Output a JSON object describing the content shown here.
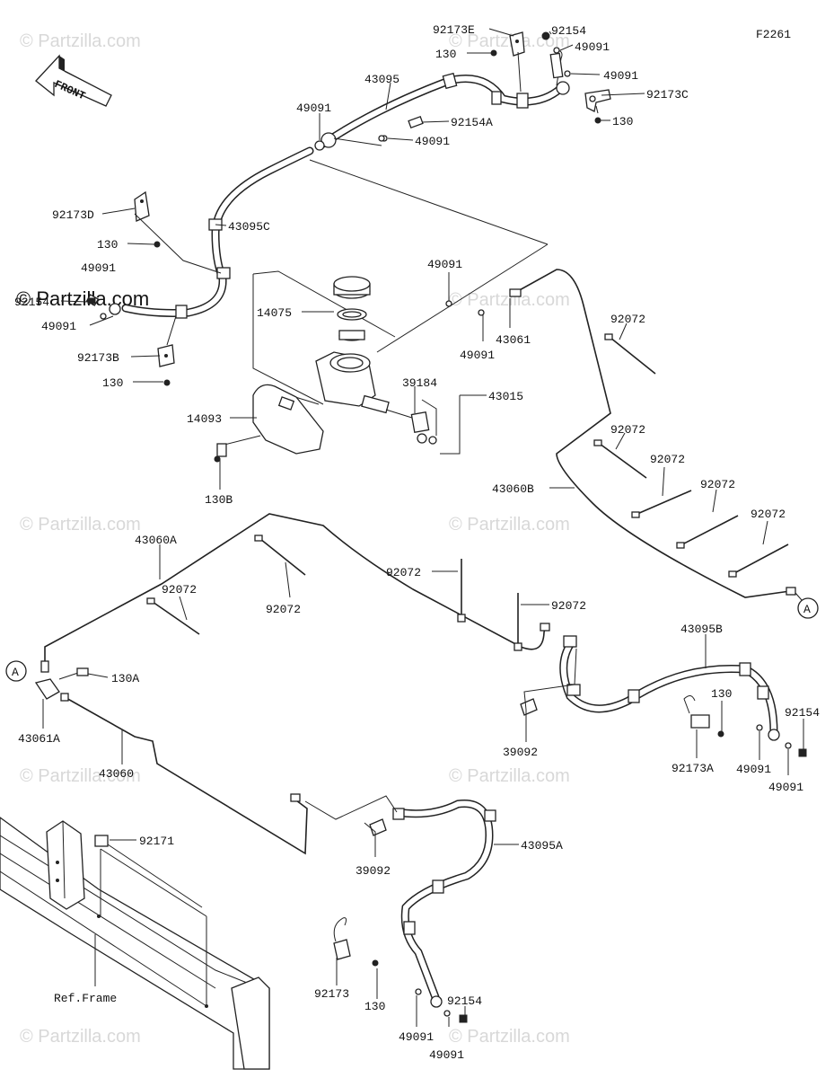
{
  "figure_code": "F2261",
  "front_label": "FRONT",
  "watermark_text": "© Partzilla.com",
  "ref_frame_label": "Ref.Frame",
  "connector_label": "A",
  "labels": {
    "p92173E": "92173E",
    "p92154_top": "92154",
    "p49091_t1": "49091",
    "p130_t1": "130",
    "p43095": "43095",
    "p49091_t2": "49091",
    "p92173C": "92173C",
    "p49091_t3": "49091",
    "p92154A": "92154A",
    "p130_t2": "130",
    "p49091_t4": "49091",
    "p92173D": "92173D",
    "p43095C": "43095C",
    "p130_l1": "130",
    "p49091_l1": "49091",
    "p92154_l": "92154",
    "p49091_l2": "49091",
    "p92173B": "92173B",
    "p130_l2": "130",
    "p49091_m1": "49091",
    "p14075": "14075",
    "p43061": "43061",
    "p49091_m2": "49091",
    "p92072_r1": "92072",
    "p39184": "39184",
    "p43015": "43015",
    "p14093": "14093",
    "p130B": "130B",
    "p92072_r2": "92072",
    "p92072_r3": "92072",
    "p92072_r4": "92072",
    "p43060B": "43060B",
    "p92072_r5": "92072",
    "p43060A": "43060A",
    "p92072_c1": "92072",
    "p92072_c2": "92072",
    "p92072_c3": "92072",
    "p92072_c4": "92072",
    "p43095B": "43095B",
    "p130A": "130A",
    "p130_b1": "130",
    "p92154_b1": "92154",
    "p43061A": "43061A",
    "p39092_1": "39092",
    "p92173A": "92173A",
    "p49091_b1": "49091",
    "p49091_b2": "49091",
    "p43060": "43060",
    "p92171": "92171",
    "p43095A": "43095A",
    "p39092_2": "39092",
    "p92154_b2": "92154",
    "p92173": "92173",
    "p130_b2": "130",
    "p49091_b3": "49091",
    "p49091_b4": "49091"
  }
}
